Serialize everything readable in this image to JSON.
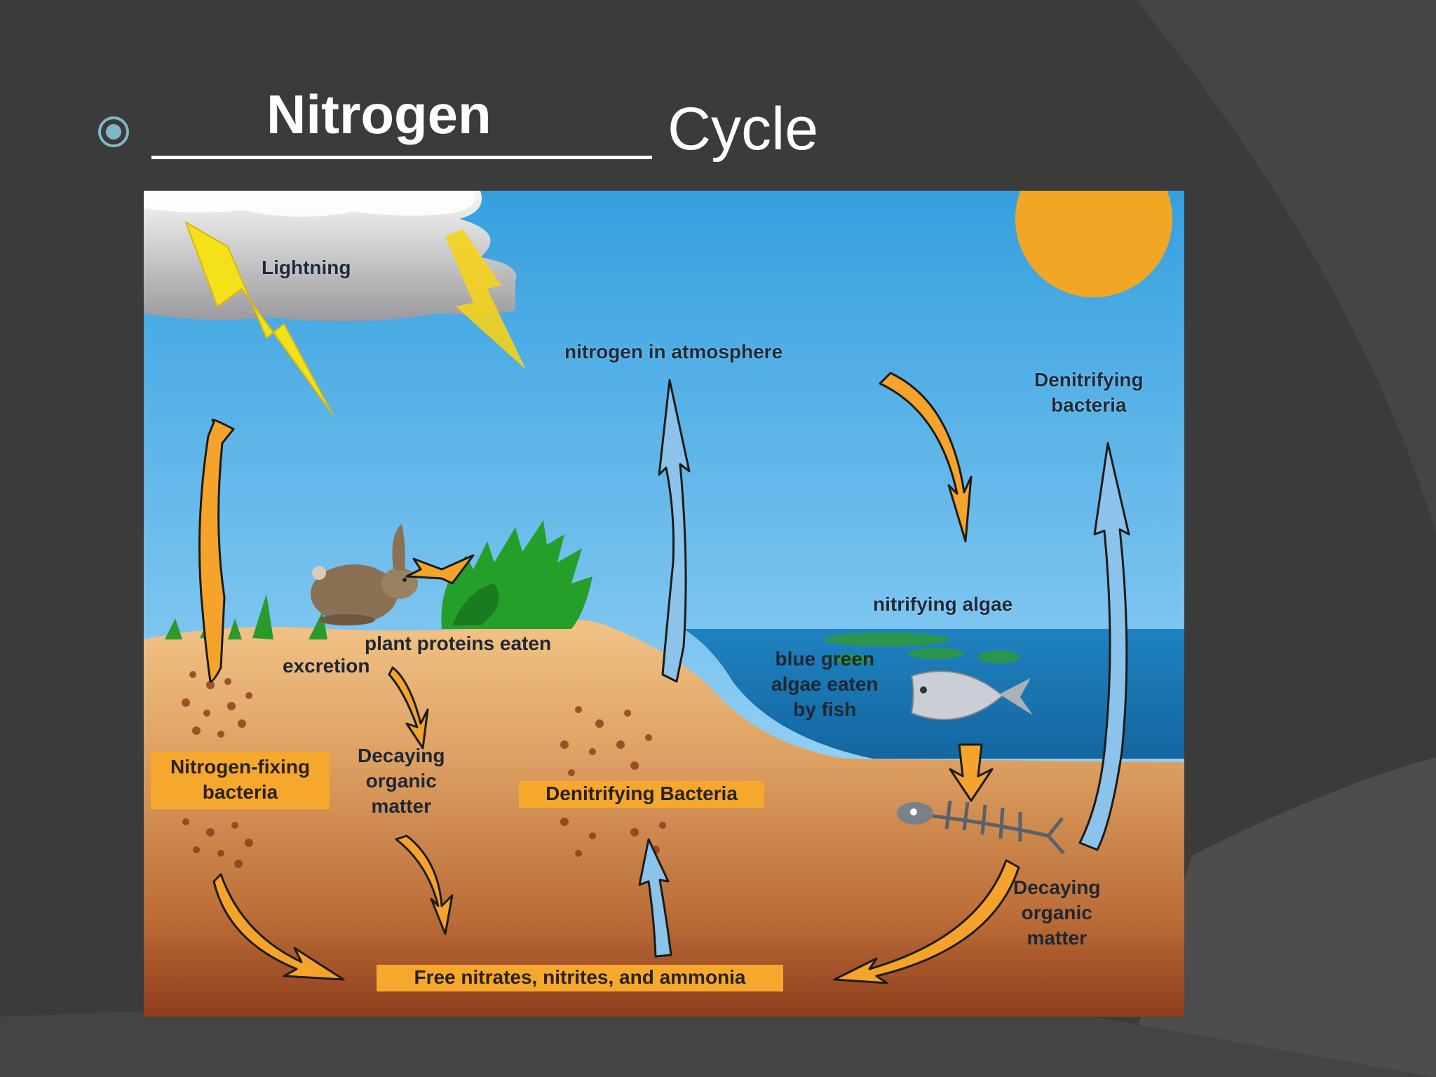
{
  "slide": {
    "blank_word": "Nitrogen",
    "title_suffix": "Cycle"
  },
  "diagram": {
    "labels": {
      "lightning": "Lightning",
      "atmosphere": "nitrogen in atmosphere",
      "denitrifying_top": [
        "Denitrifying",
        "bacteria"
      ],
      "nitrifying_algae": "nitrifying algae",
      "blue_green": [
        "blue green",
        "algae eaten",
        "by fish"
      ],
      "plant_proteins": "plant proteins eaten",
      "excretion": "excretion",
      "nitrogen_fixing": [
        "Nitrogen-fixing",
        "bacteria"
      ],
      "decaying_left": [
        "Decaying",
        "organic",
        "matter"
      ],
      "denitrifying_box": "Denitrifying Bacteria",
      "decaying_right": [
        "Decaying",
        "organic",
        "matter"
      ],
      "free_nitrates": "Free nitrates, nitrites, and ammonia"
    }
  },
  "colors": {
    "slide_bg": "#3b3b3c",
    "accent_teal": "#7fb8c4",
    "orange_arrow": "#f5a32a",
    "blue_arrow": "#8cc3ea",
    "sky_top": "#39a3e0",
    "water": "#1c78b5",
    "sun": "#f2a724"
  }
}
